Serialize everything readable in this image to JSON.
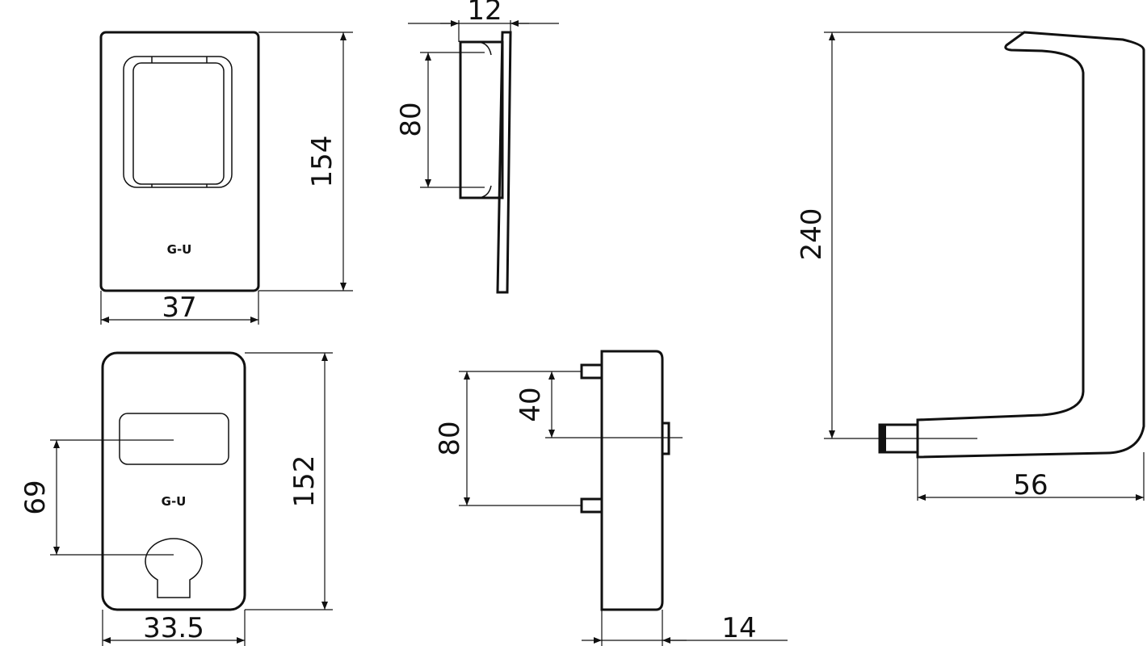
{
  "drawing": {
    "logo_text": "G-U",
    "front_plate_top": {
      "height": "154",
      "width": "37"
    },
    "side_plate_top": {
      "thickness": "12",
      "grip_length": "80"
    },
    "front_plate_bottom": {
      "height": "152",
      "width": "33.5",
      "knob_to_cylinder": "69"
    },
    "side_plate_bottom": {
      "pin_spacing": "80",
      "pin_to_spindle": "40",
      "thickness": "14"
    },
    "handle": {
      "height": "240",
      "projection": "56"
    }
  }
}
